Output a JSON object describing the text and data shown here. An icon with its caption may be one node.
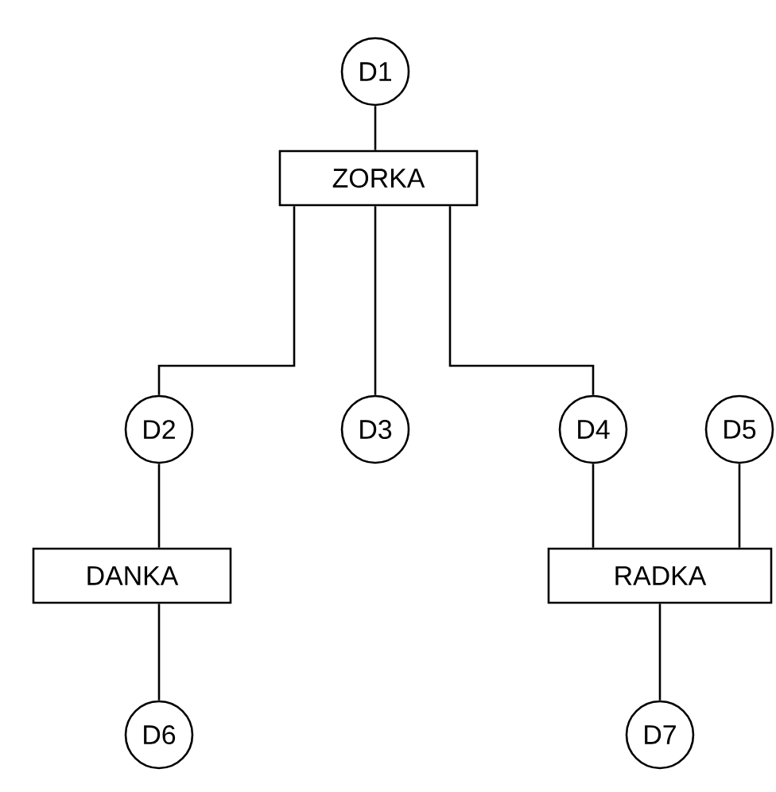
{
  "diagram": {
    "nodes": [
      {
        "text": [
          "D1"
        ]
      },
      {
        "text": [
          "ZORKA"
        ]
      },
      {
        "text": [
          "D2"
        ]
      },
      {
        "text": [
          "D3"
        ]
      },
      {
        "text": [
          "D4"
        ]
      },
      {
        "text": [
          "D5"
        ]
      },
      {
        "text": [
          "DANKA"
        ]
      },
      {
        "text": [
          "RADKA"
        ]
      },
      {
        "text": [
          "D6"
        ]
      },
      {
        "text": [
          "D7"
        ]
      }
    ],
    "edges": [
      {
        "from": 0,
        "to": 1,
        "arrow": "none"
      },
      {
        "from": 1,
        "to": 2,
        "arrow": "none"
      },
      {
        "from": 1,
        "to": 3,
        "arrow": "none"
      },
      {
        "from": 1,
        "to": 4,
        "arrow": "none"
      },
      {
        "from": 2,
        "to": 6,
        "arrow": "none"
      },
      {
        "from": 4,
        "to": 7,
        "arrow": "none"
      },
      {
        "from": 5,
        "to": 7,
        "arrow": "none"
      },
      {
        "from": 6,
        "to": 8,
        "arrow": "none"
      },
      {
        "from": 7,
        "to": 9,
        "arrow": "none"
      }
    ]
  }
}
